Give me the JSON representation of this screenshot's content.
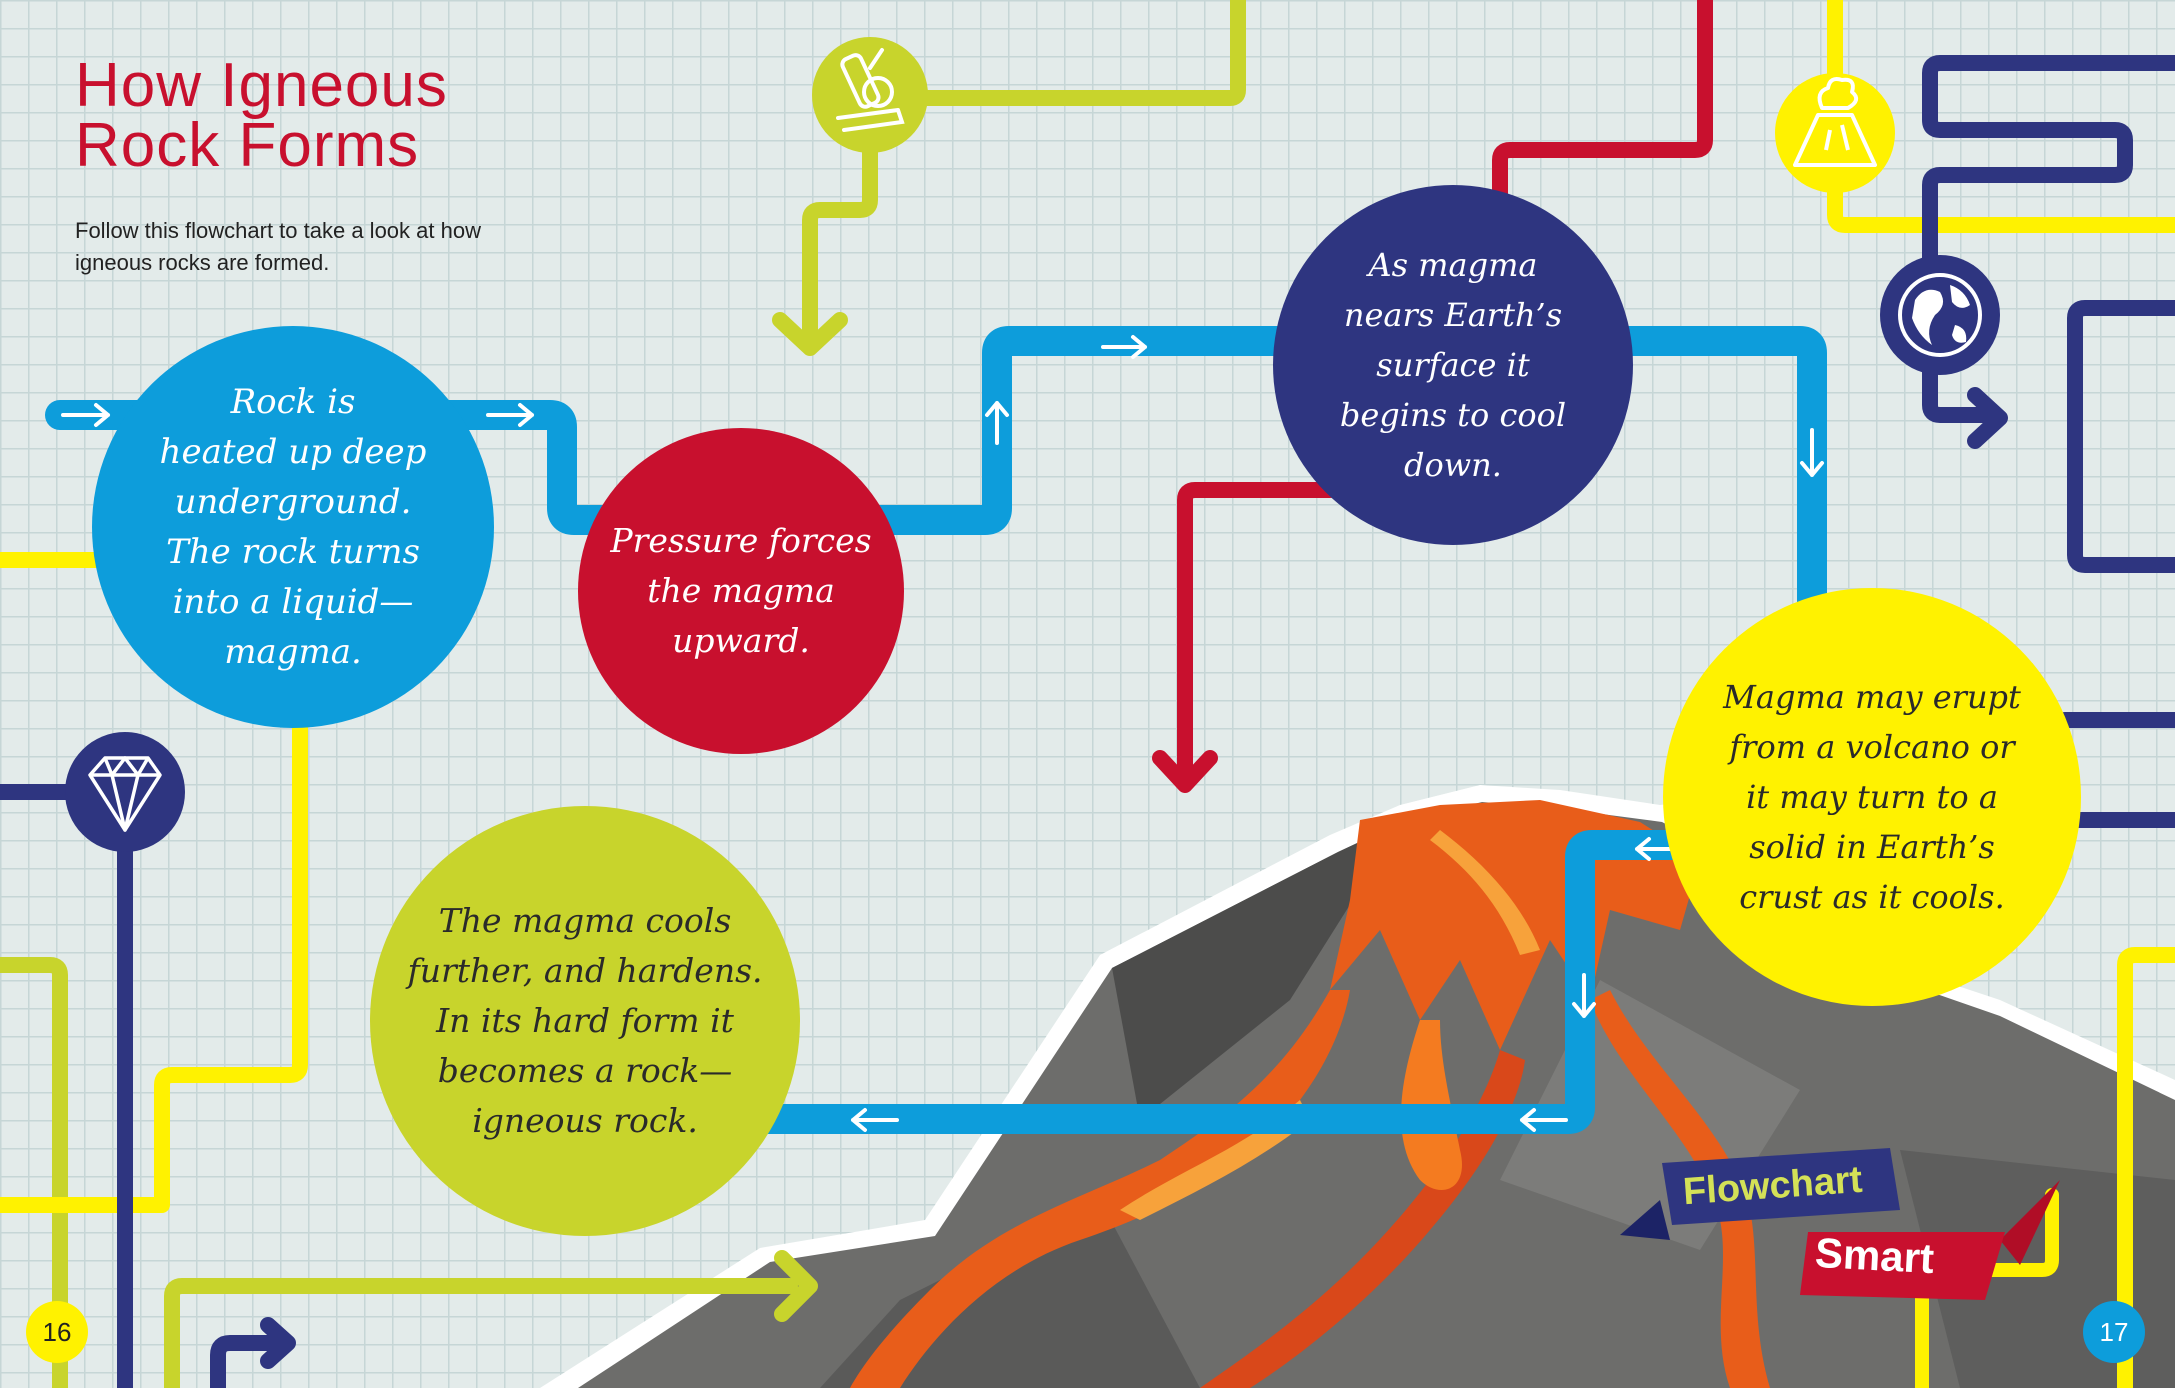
{
  "title_lines": [
    "How Igneous",
    "Rock Forms"
  ],
  "intro": "Follow this flowchart to take a look at how igneous rocks are formed.",
  "steps": [
    {
      "lines": [
        "Rock is",
        "heated up deep",
        "underground.",
        "The rock turns",
        "into a liquid—",
        "magma."
      ]
    },
    {
      "lines": [
        "Pressure forces",
        "the magma",
        "upward."
      ]
    },
    {
      "lines": [
        "As magma",
        "nears Earth’s",
        "surface it",
        "begins to cool",
        "down."
      ]
    },
    {
      "lines": [
        "Magma may erupt",
        "from a volcano or",
        "it may turn to a",
        "solid in Earth’s",
        "crust as it cools."
      ]
    },
    {
      "lines": [
        "The magma cools",
        "further, and hardens.",
        "In its hard form it",
        "becomes a rock—",
        "igneous rock."
      ]
    }
  ],
  "badge": {
    "line1": "Flowchart",
    "line2": "Smart"
  },
  "page_numbers": {
    "left": "16",
    "right": "17"
  },
  "icons": [
    "microscope-icon",
    "volcano-icon",
    "globe-icon",
    "gem-icon"
  ],
  "colors": {
    "background": "#e3ebea",
    "title_red": "#c8102e",
    "blue": "#0d9ddb",
    "red": "#c8102e",
    "navy": "#2e3580",
    "yellow": "#fff200",
    "lime": "#c8d42c",
    "rock_gray": "#6d6d6b",
    "lava": "#e85d1a"
  }
}
